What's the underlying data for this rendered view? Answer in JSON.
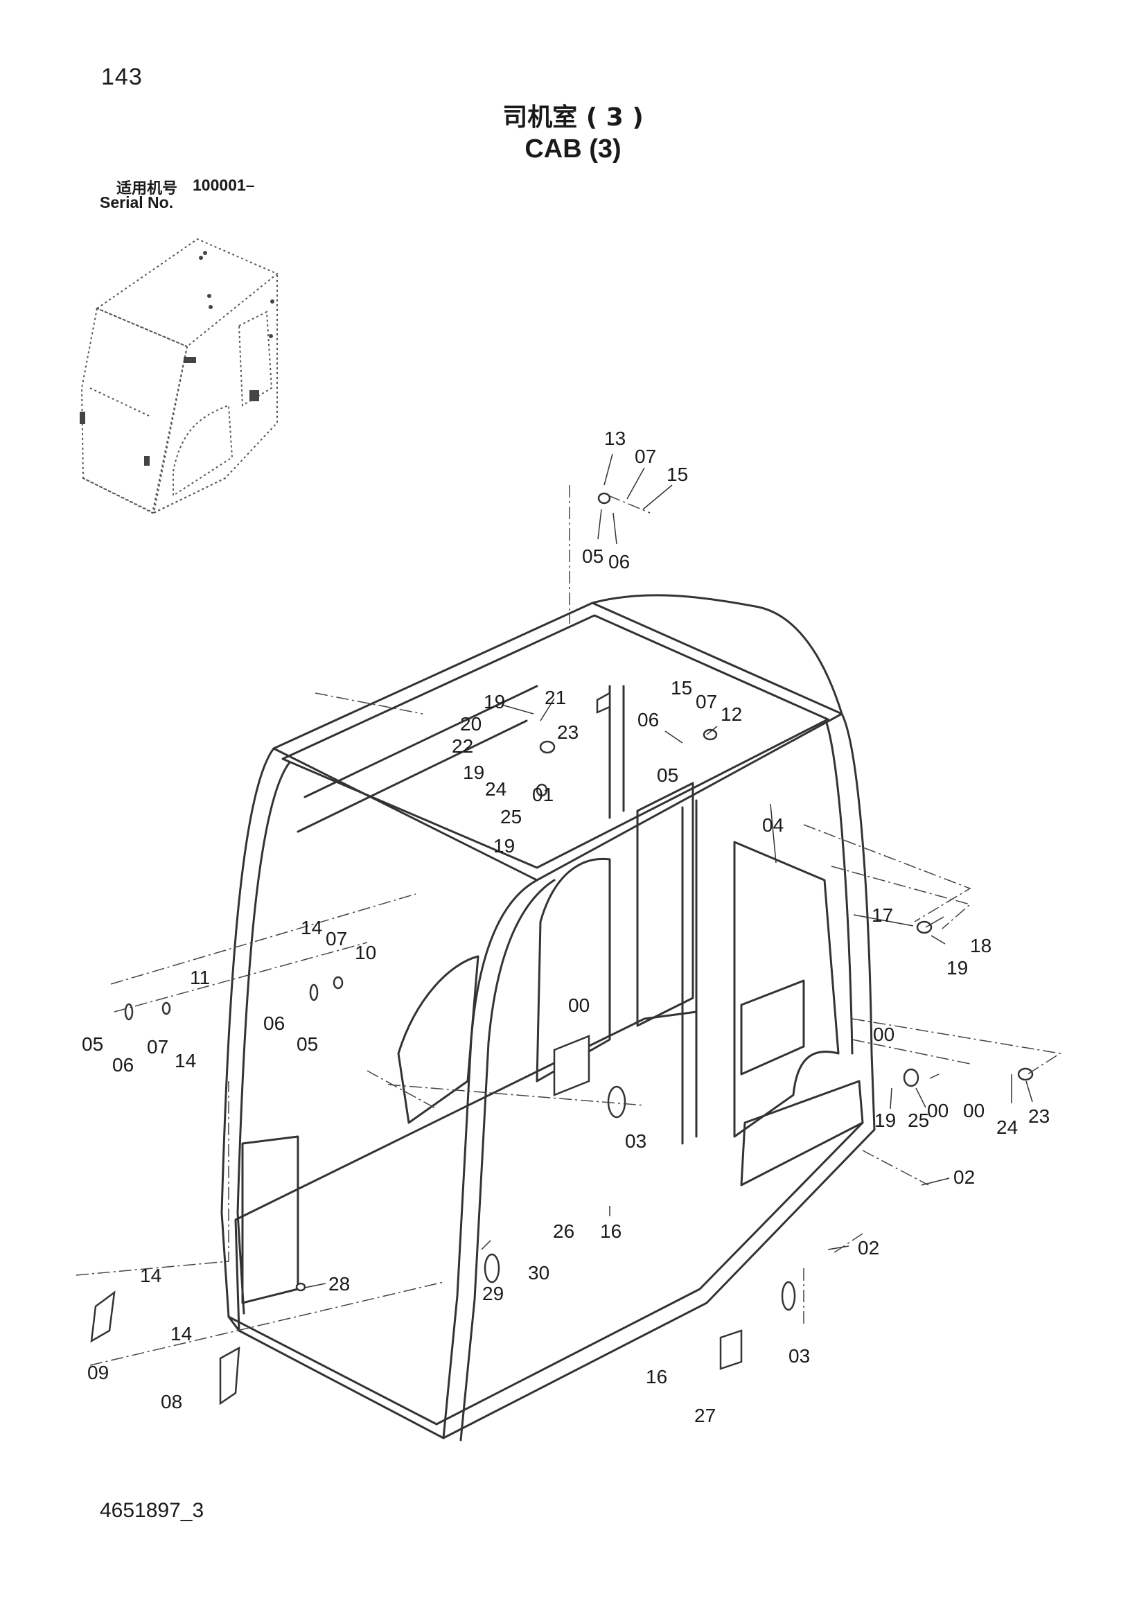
{
  "page": {
    "number": "143",
    "title_cn": "司机室 ( 3 )",
    "title_en": "CAB (3)",
    "serial_label_cn": "适用机号",
    "serial_value": "100001–",
    "serial_label_en": "Serial No.",
    "drawing_id": "4651897_3"
  },
  "callouts": [
    "13",
    "07",
    "15",
    "05",
    "06",
    "19",
    "21",
    "15",
    "07",
    "12",
    "06",
    "20",
    "23",
    "22",
    "19",
    "05",
    "24",
    "01",
    "25",
    "04",
    "19",
    "17",
    "18",
    "19",
    "14",
    "07",
    "10",
    "11",
    "06",
    "05",
    "05",
    "06",
    "07",
    "14",
    "00",
    "00",
    "00",
    "19",
    "25",
    "00",
    "24",
    "23",
    "03",
    "02",
    "26",
    "16",
    "02",
    "29",
    "30",
    "14",
    "28",
    "09",
    "14",
    "08",
    "16",
    "03",
    "27"
  ]
}
